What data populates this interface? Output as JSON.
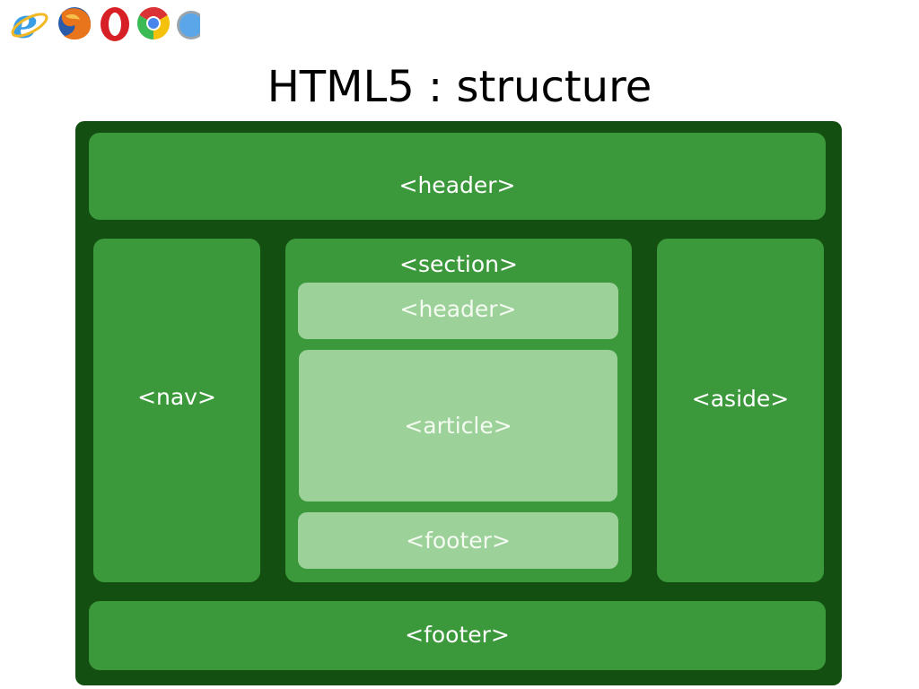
{
  "title": "HTML5 : structure",
  "browser_icons": [
    "internet-explorer-icon",
    "firefox-icon",
    "opera-icon",
    "chrome-icon",
    "safari-icon"
  ],
  "colors": {
    "outer": "#134f11",
    "block": "#3b993b",
    "inner": "#9dd19a",
    "text": "#ffffff"
  },
  "diagram": {
    "header": "<header>",
    "nav": "<nav>",
    "section": {
      "label": "<section>",
      "header": "<header>",
      "article": "<article>",
      "footer": "<footer>"
    },
    "aside": "<aside>",
    "footer": "<footer>"
  }
}
